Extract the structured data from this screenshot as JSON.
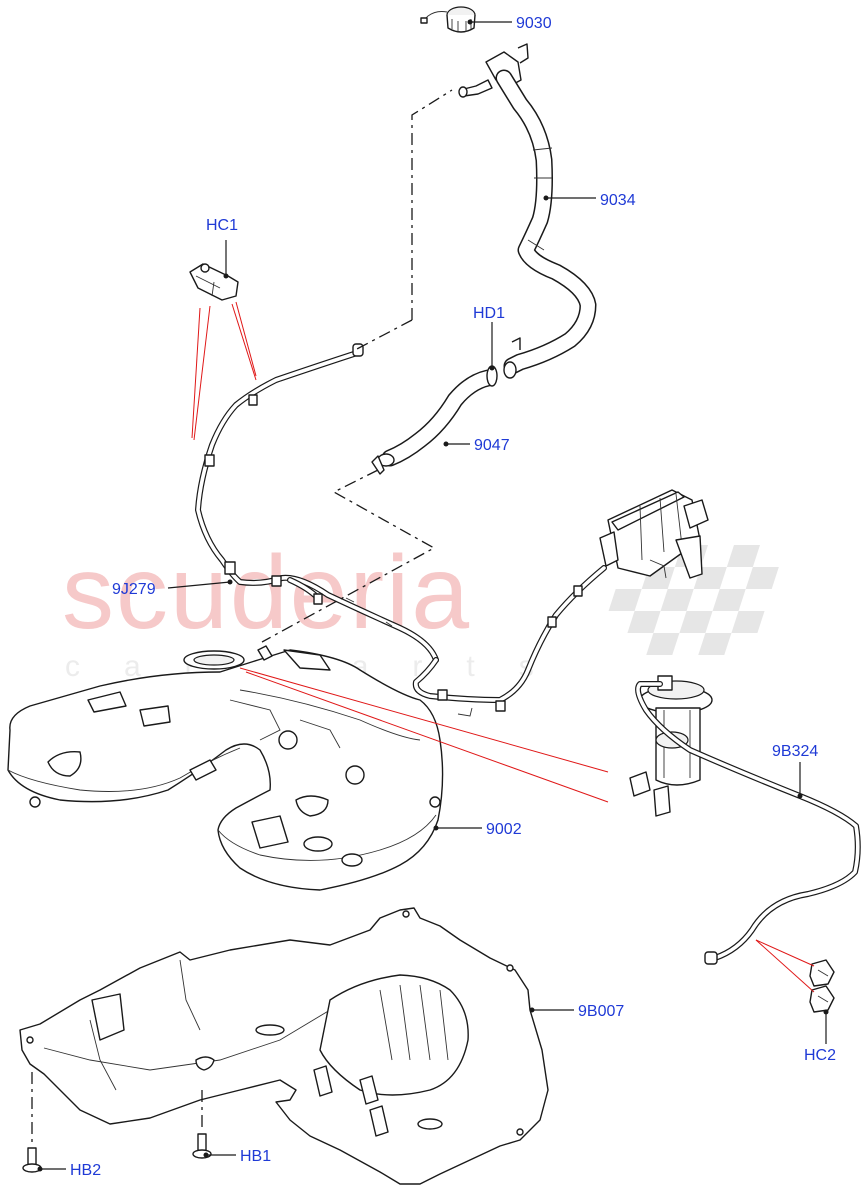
{
  "watermark": {
    "brand": "scuderia",
    "sub": "car parts"
  },
  "callouts": [
    {
      "id": "9030",
      "text": "9030"
    },
    {
      "id": "9034",
      "text": "9034"
    },
    {
      "id": "HC1",
      "text": "HC1"
    },
    {
      "id": "HD1",
      "text": "HD1"
    },
    {
      "id": "9047",
      "text": "9047"
    },
    {
      "id": "9J279",
      "text": "9J279"
    },
    {
      "id": "9B324",
      "text": "9B324"
    },
    {
      "id": "9002",
      "text": "9002"
    },
    {
      "id": "9B007",
      "text": "9B007"
    },
    {
      "id": "HC2",
      "text": "HC2"
    },
    {
      "id": "HB1",
      "text": "HB1"
    },
    {
      "id": "HB2",
      "text": "HB2"
    }
  ],
  "colors": {
    "callout_text": "#1f3ad6",
    "leader_red": "#e01818",
    "watermark_red": "#f6c9c9",
    "watermark_grey": "#ececec",
    "line": "#1a1a1a"
  }
}
